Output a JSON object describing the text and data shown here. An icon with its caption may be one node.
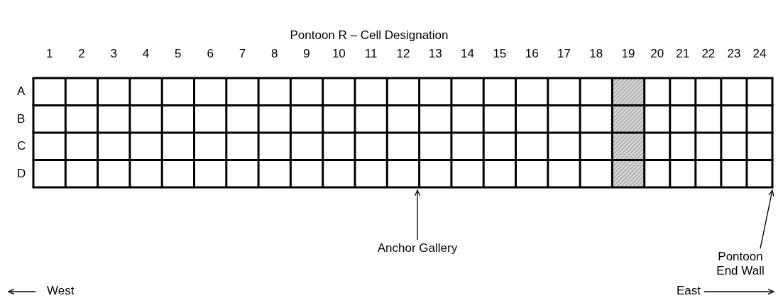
{
  "diagram": {
    "title": "Pontoon R – Cell Designation",
    "nodes": [
      {
        "text": [
          "Anchor Gallery"
        ]
      },
      {
        "text": [
          "Pontoon End Wall"
        ]
      },
      {
        "text": [],
        "shape": "box"
      }
    ],
    "edges": [
      {
        "from": 0,
        "to": 2,
        "arrow": "to"
      },
      {
        "from": 1,
        "to": 2,
        "arrow": "to"
      }
    ],
    "labels": [
      "1",
      "2",
      "3",
      "4",
      "5",
      "6",
      "7",
      "8",
      "9",
      "10",
      "11",
      "12",
      "13",
      "14",
      "15",
      "16",
      "17",
      "18",
      "19",
      "20",
      "21",
      "22",
      "23",
      "24",
      "A",
      "B",
      "C",
      "D",
      "West",
      "East"
    ]
  }
}
